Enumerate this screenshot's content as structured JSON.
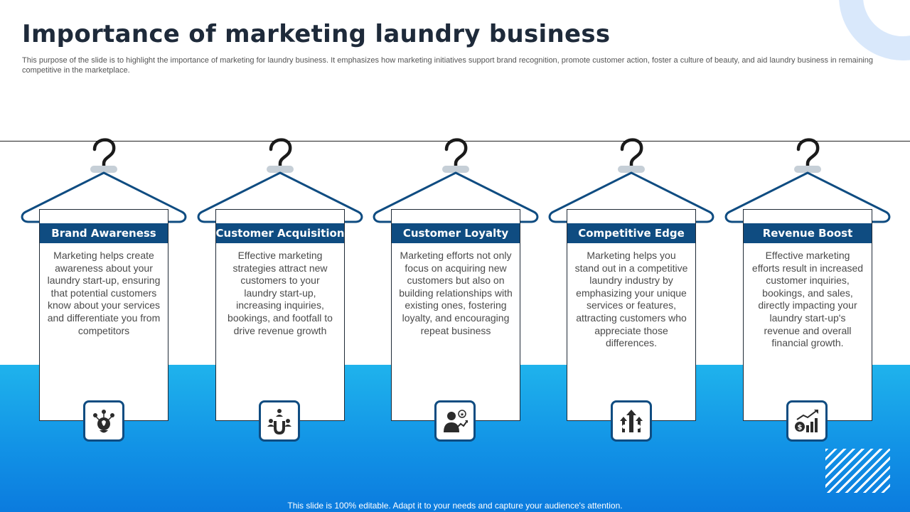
{
  "slide": {
    "title": "Importance of marketing laundry business",
    "subtitle": "This purpose of the slide is to highlight the importance of marketing for laundry business. It emphasizes how marketing initiatives support brand recognition, promote customer action, foster a culture of beauty,  and aid laundry business in remaining competitive in the marketplace.",
    "footer": "This slide is 100% editable. Adapt it to your needs and capture your audience's attention."
  },
  "colors": {
    "header_bg": "#0f4c81",
    "band_top": "#1fb3ec",
    "band_bottom": "#0b7bde",
    "hanger_stroke": "#0f4c81"
  },
  "cards": [
    {
      "title": "Brand Awareness",
      "text": "Marketing helps create awareness about your laundry start-up, ensuring that potential customers know about your services and differentiate you from competitors",
      "icon": "brand-awareness-icon"
    },
    {
      "title": "Customer Acquisition",
      "text": "Effective marketing strategies attract new customers to your laundry start-up, increasing inquiries, bookings, and footfall to drive revenue growth",
      "icon": "customer-magnet-icon"
    },
    {
      "title": "Customer Loyalty",
      "text": "Marketing efforts not only focus on acquiring new customers but also on building relationships with existing ones, fostering loyalty, and encouraging repeat business",
      "icon": "customer-loyalty-icon"
    },
    {
      "title": "Competitive Edge",
      "text": "Marketing helps you stand out in a competitive laundry industry by emphasizing your unique  services or features, attracting customers who appreciate those differences.",
      "icon": "competitive-edge-icon"
    },
    {
      "title": "Revenue Boost",
      "text": "Effective marketing efforts result in increased customer inquiries, bookings, and sales, directly impacting your laundry start-up's revenue and overall financial growth.",
      "icon": "revenue-growth-icon"
    }
  ]
}
